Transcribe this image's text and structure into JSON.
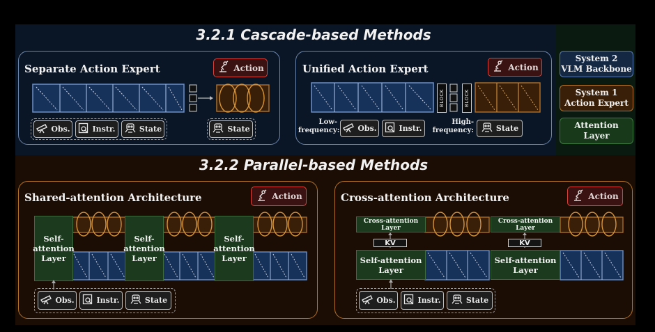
{
  "sections": {
    "cascade_title": "3.2.1 Cascade-based Methods",
    "parallel_title": "3.2.2 Parallel-based Methods"
  },
  "legend": {
    "vlm": "System 2 VLM Backbone",
    "vlm_line1": "System 2",
    "vlm_line2": "VLM Backbone",
    "expert_line1": "System 1",
    "expert_line2": "Action Expert",
    "attn_line1": "Attention",
    "attn_line2": "Layer"
  },
  "panels": {
    "separate": {
      "title": "Separate Action Expert",
      "action": "Action",
      "obs": "Obs.",
      "instr": "Instr.",
      "state": "State",
      "state2": "State"
    },
    "unified": {
      "title": "Unified Action Expert",
      "action": "Action",
      "low_freq_1": "Low-",
      "low_freq_2": "frequency:",
      "high_freq_1": "High-",
      "high_freq_2": "frequency:",
      "obs": "Obs.",
      "instr": "Instr.",
      "state": "State",
      "block": "BLOCK"
    },
    "shared": {
      "title": "Shared-attention Architecture",
      "action": "Action",
      "self_attn_1": "Self-",
      "self_attn_2": "attention",
      "self_attn_3": "Layer",
      "obs": "Obs.",
      "instr": "Instr.",
      "state": "State"
    },
    "cross": {
      "title": "Cross-attention Architecture",
      "action": "Action",
      "cross_1": "Cross-attention",
      "cross_2": "Layer",
      "kv": "KV",
      "self_1": "Self-attention",
      "self_2": "Layer",
      "obs": "Obs.",
      "instr": "Instr.",
      "state": "State"
    }
  },
  "colors": {
    "vlm_blue": "#1c3a66",
    "expert_orange": "#6b3c0c",
    "attention_green": "#1c3a1d",
    "action_red": "#d8443c"
  },
  "icons": [
    "robot-arm-icon",
    "telescope-icon",
    "instruction-icon",
    "robot-state-icon"
  ]
}
